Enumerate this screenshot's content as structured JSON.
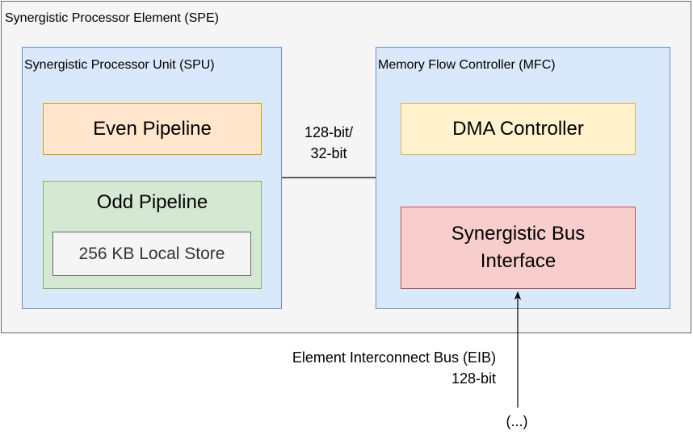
{
  "spe": {
    "label": "Synergistic Processor Element (SPE)"
  },
  "spu": {
    "label": "Synergistic Processor Unit (SPU)",
    "even_pipeline": "Even Pipeline",
    "odd_pipeline": "Odd Pipeline",
    "local_store": "256 KB Local Store"
  },
  "mfc": {
    "label": "Memory Flow Controller (MFC)",
    "dma_controller": "DMA Controller",
    "bus_interface_line1": "Synergistic Bus",
    "bus_interface_line2": "Interface"
  },
  "link": {
    "line1": "128-bit/",
    "line2": "32-bit"
  },
  "eib": {
    "line1": "Element Interconnect Bus (EIB)",
    "line2": "128-bit"
  },
  "continuation": "(...)",
  "colors": {
    "spe_fill": "#f5f5f5",
    "unit_fill": "#dae8fc",
    "even_fill": "#ffe6cc",
    "odd_fill": "#d5e8d4",
    "dma_fill": "#fff2cc",
    "bus_fill": "#f8cecc"
  }
}
